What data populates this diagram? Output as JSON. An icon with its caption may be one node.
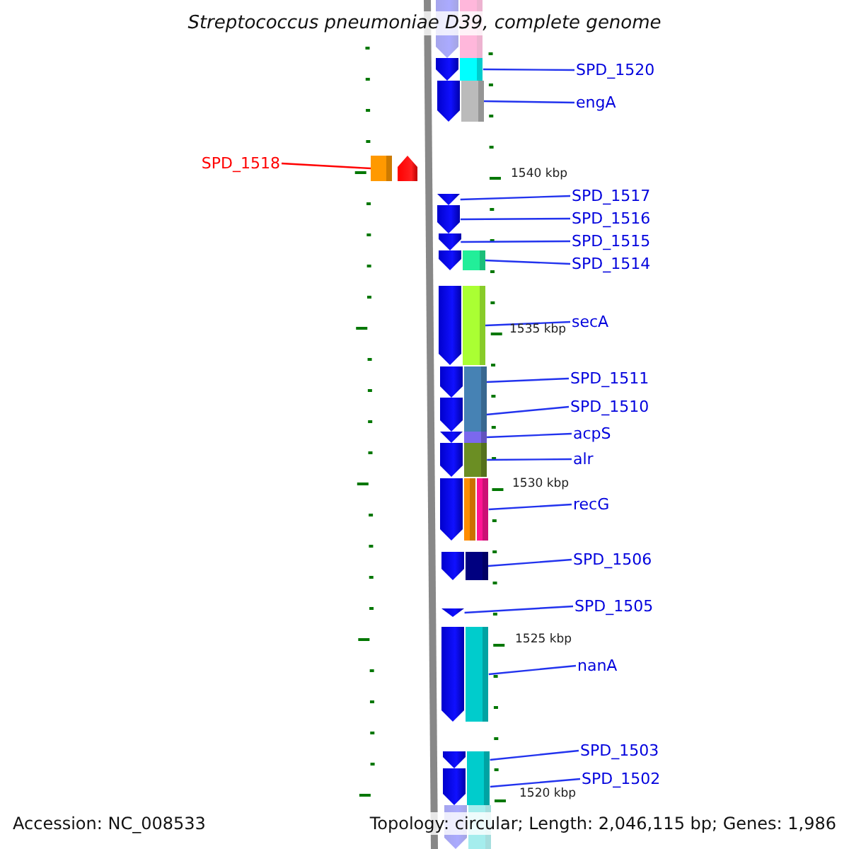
{
  "diagram": {
    "title": "Streptococcus pneumoniae D39, complete genome",
    "nodes": [
      {
        "text": [],
        "shape": "pentagon"
      },
      {
        "text": [
          "SPD_1520"
        ]
      },
      {
        "text": [],
        "shape": "pentagon"
      },
      {
        "text": [
          "engA"
        ]
      },
      {
        "text": [],
        "shape": "pentagon"
      },
      {
        "text": [
          "SPD_1518"
        ]
      },
      {
        "text": [],
        "shape": "pentagon"
      },
      {
        "text": [
          "SPD_1517"
        ]
      },
      {
        "text": [],
        "shape": "pentagon"
      },
      {
        "text": [
          "SPD_1516"
        ]
      },
      {
        "text": [],
        "shape": "pentagon"
      },
      {
        "text": [
          "SPD_1515"
        ]
      },
      {
        "text": [],
        "shape": "pentagon"
      },
      {
        "text": [
          "SPD_1514"
        ]
      },
      {
        "text": [],
        "shape": "pentagon"
      },
      {
        "text": [
          "secA"
        ]
      },
      {
        "text": [],
        "shape": "pentagon"
      },
      {
        "text": [
          "SPD_1511"
        ]
      },
      {
        "text": [],
        "shape": "pentagon"
      },
      {
        "text": [
          "SPD_1510"
        ]
      },
      {
        "text": [],
        "shape": "pentagon"
      },
      {
        "text": [
          "acpS"
        ]
      },
      {
        "text": [],
        "shape": "pentagon"
      },
      {
        "text": [
          "alr"
        ]
      },
      {
        "text": [],
        "shape": "pentagon"
      },
      {
        "text": [
          "recG"
        ]
      },
      {
        "text": [],
        "shape": "pentagon"
      },
      {
        "text": [
          "SPD_1506"
        ]
      },
      {
        "text": [],
        "shape": "pentagon"
      },
      {
        "text": [
          "SPD_1505"
        ]
      },
      {
        "text": [],
        "shape": "pentagon"
      },
      {
        "text": [
          "nanA"
        ]
      },
      {
        "text": [],
        "shape": "pentagon"
      },
      {
        "text": [
          "SPD_1503"
        ]
      },
      {
        "text": [],
        "shape": "pentagon"
      },
      {
        "text": [
          "SPD_1502"
        ]
      },
      {
        "text": [],
        "shape": "pentagon"
      },
      {
        "text": [],
        "shape": "pentagon"
      }
    ],
    "edges": [
      {
        "from": 1,
        "to": 2,
        "arrow": "none"
      },
      {
        "from": 3,
        "to": 4,
        "arrow": "none"
      },
      {
        "from": 5,
        "to": 6,
        "arrow": "none",
        "color": "#ff0000"
      },
      {
        "from": 7,
        "to": 8,
        "arrow": "none"
      },
      {
        "from": 9,
        "to": 10,
        "arrow": "none"
      },
      {
        "from": 11,
        "to": 12,
        "arrow": "none"
      },
      {
        "from": 13,
        "to": 14,
        "arrow": "none"
      },
      {
        "from": 15,
        "to": 16,
        "arrow": "none"
      },
      {
        "from": 17,
        "to": 18,
        "arrow": "none"
      },
      {
        "from": 19,
        "to": 20,
        "arrow": "none"
      },
      {
        "from": 21,
        "to": 22,
        "arrow": "none"
      },
      {
        "from": 23,
        "to": 24,
        "arrow": "none"
      },
      {
        "from": 25,
        "to": 26,
        "arrow": "none"
      },
      {
        "from": 27,
        "to": 28,
        "arrow": "none"
      },
      {
        "from": 29,
        "to": 30,
        "arrow": "none"
      },
      {
        "from": 31,
        "to": 32,
        "arrow": "none"
      },
      {
        "from": 33,
        "to": 34,
        "arrow": "none"
      },
      {
        "from": 35,
        "to": 36,
        "arrow": "none"
      }
    ],
    "labels": [
      "1540 kbp",
      "1535 kbp",
      "1530 kbp",
      "1525 kbp",
      "1520 kbp",
      "Accession: NC_008533",
      "Topology: circular; Length: 2,046,115 bp; Genes: 1,986"
    ]
  }
}
